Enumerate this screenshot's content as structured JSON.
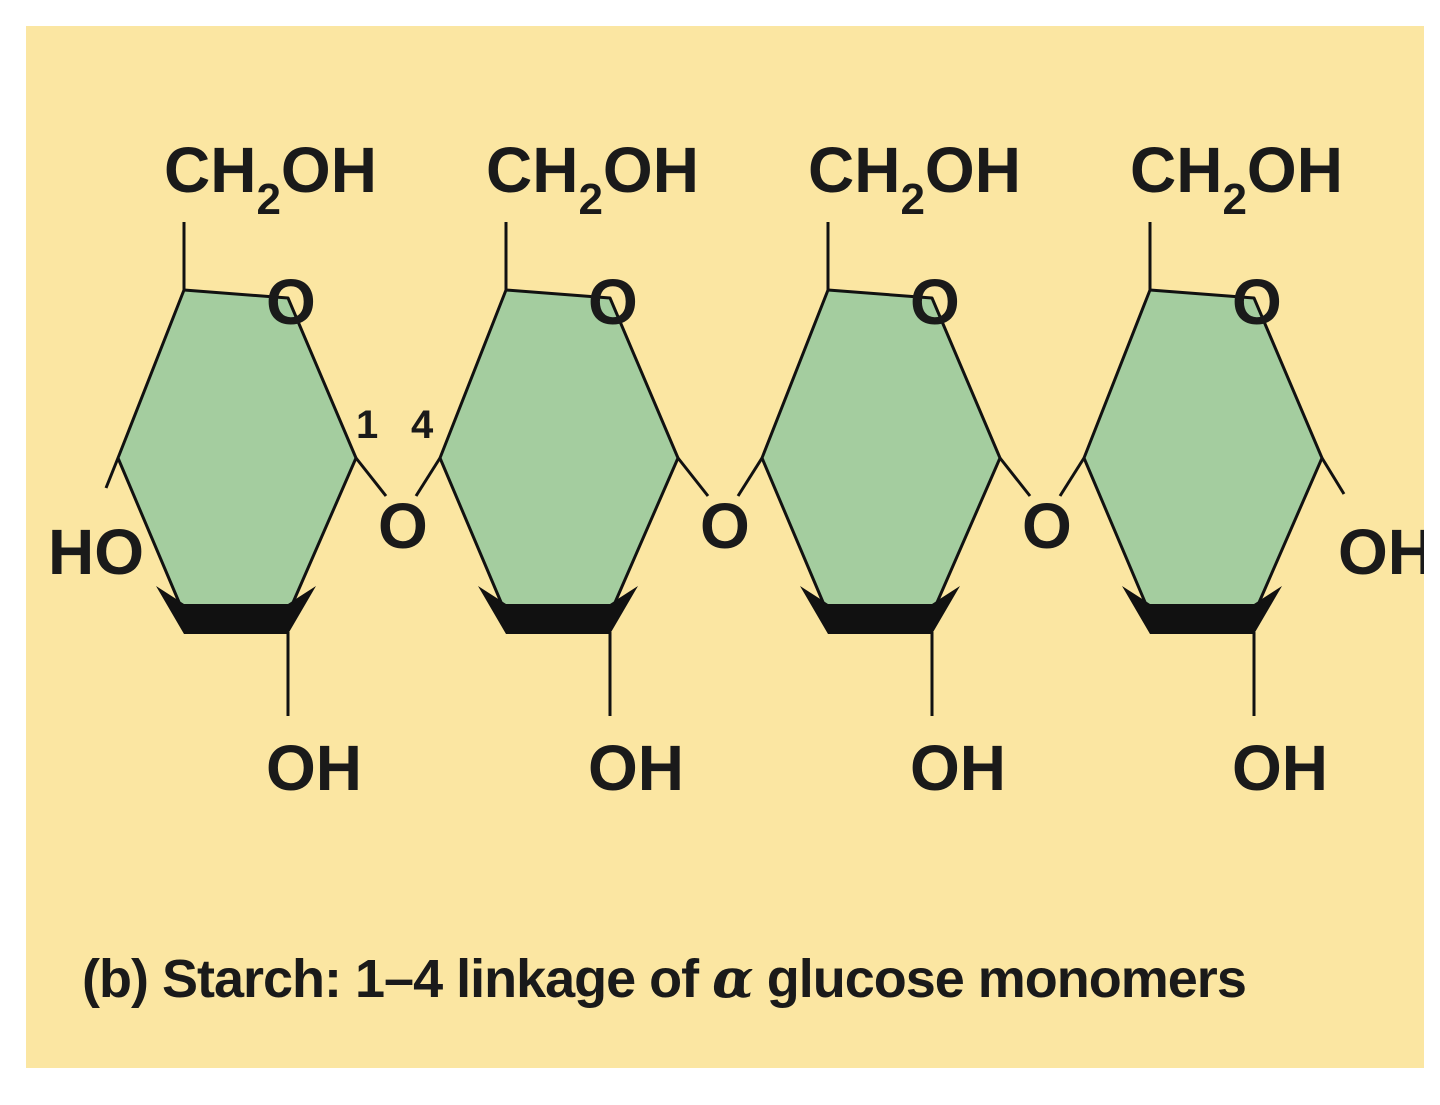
{
  "colors": {
    "background": "#fbe6a2",
    "ring_fill": "#a4cd9f",
    "bond": "#111111"
  },
  "ring_labels": {
    "ch2oh_main": "CH",
    "ch2oh_sub": "2",
    "ch2oh_tail": "OH",
    "ring_oxygen": "O",
    "bottom_oh": "OH"
  },
  "left_end_label": "HO",
  "right_end_label": "OH",
  "bridge_oxygen": "O",
  "carbon_numbers": {
    "c1": "1",
    "c4": "4"
  },
  "caption": {
    "prefix": "(b) Starch: 1–4 linkage of ",
    "alpha": "α",
    "suffix": " glucose monomers"
  }
}
